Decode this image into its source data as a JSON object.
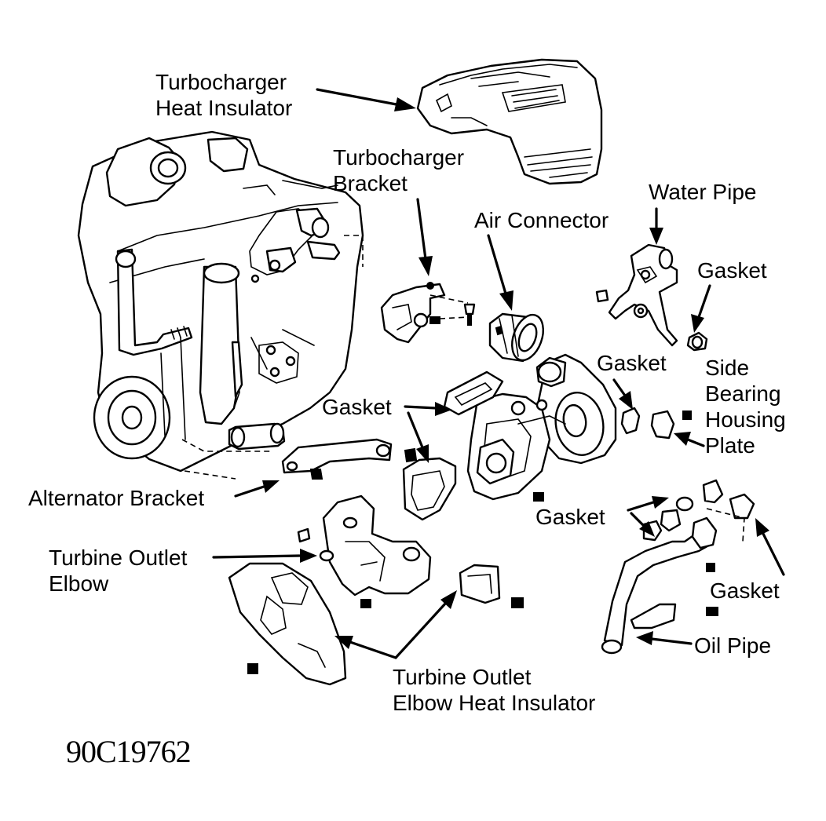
{
  "labels": {
    "turbo_heat_insulator": [
      "Turbocharger",
      "Heat Insulator"
    ],
    "turbo_bracket": [
      "Turbocharger",
      "Bracket"
    ],
    "air_connector": "Air Connector",
    "water_pipe": "Water Pipe",
    "gasket_water_pipe": "Gasket",
    "gasket_side_plate": "Gasket",
    "side_bearing_housing_plate": [
      "Side",
      "Bearing",
      "Housing",
      "Plate"
    ],
    "gasket_turbine": "Gasket",
    "alternator_bracket": "Alternator Bracket",
    "gasket_oil_pipe": "Gasket",
    "turbine_outlet_elbow": [
      "Turbine Outlet",
      "Elbow"
    ],
    "gasket_oil_union": "Gasket",
    "oil_pipe": "Oil Pipe",
    "turbine_outlet_elbow_heat_insulator": [
      "Turbine Outlet",
      "Elbow Heat Insulator"
    ]
  },
  "figure_code": "90C19762"
}
